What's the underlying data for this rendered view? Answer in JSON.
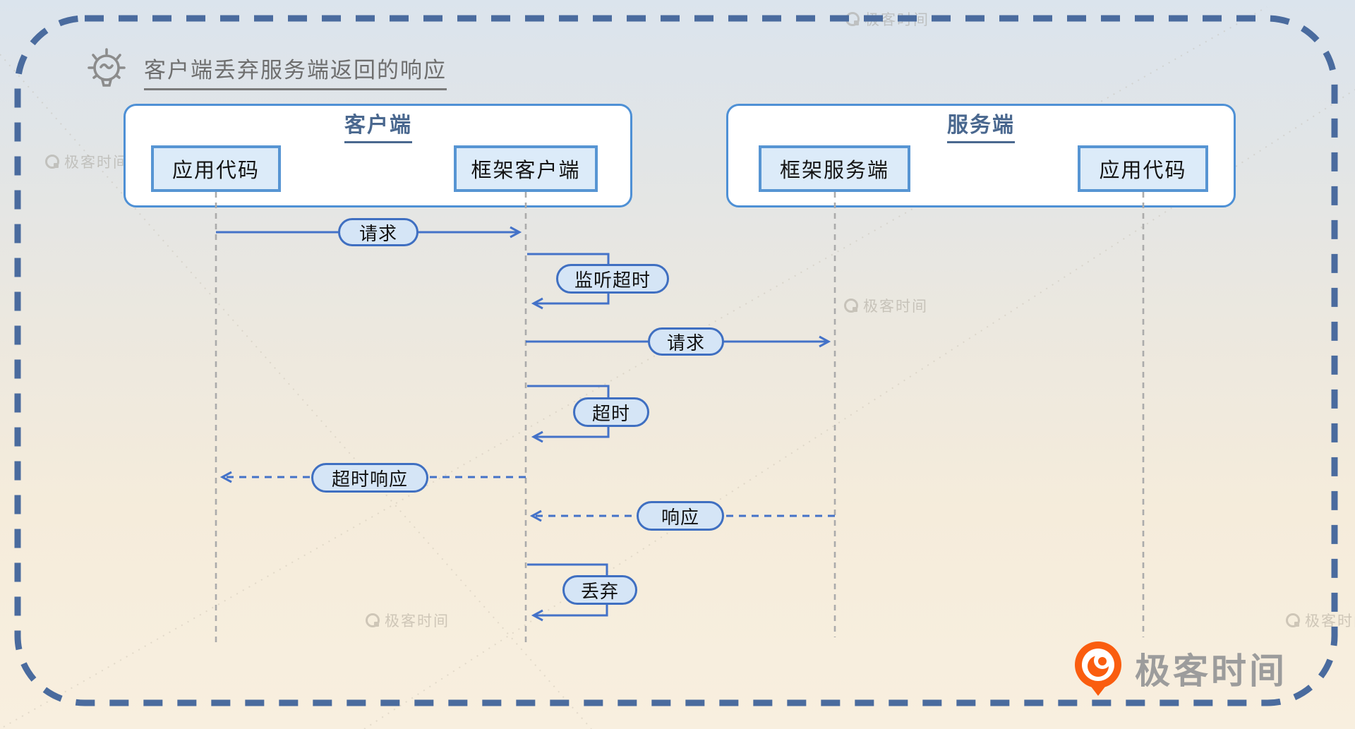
{
  "title": {
    "text": "客户端丢弃服务端返回的响应"
  },
  "groups": [
    {
      "label": "客户端",
      "boxes": [
        "应用代码",
        "框架客户端"
      ]
    },
    {
      "label": "服务端",
      "boxes": [
        "框架服务端",
        "应用代码"
      ]
    }
  ],
  "messages": [
    {
      "label": "请求",
      "type": "solid-arrow",
      "from": "应用代码(客户端)",
      "to": "框架客户端"
    },
    {
      "label": "监听超时",
      "type": "self-loop",
      "on": "框架客户端"
    },
    {
      "label": "请求",
      "type": "solid-arrow",
      "from": "框架客户端",
      "to": "框架服务端"
    },
    {
      "label": "超时",
      "type": "self-loop",
      "on": "框架客户端"
    },
    {
      "label": "超时响应",
      "type": "dashed-arrow",
      "from": "框架客户端",
      "to": "应用代码(客户端)"
    },
    {
      "label": "响应",
      "type": "dashed-arrow",
      "from": "框架服务端",
      "to": "框架客户端"
    },
    {
      "label": "丢弃",
      "type": "self-loop",
      "on": "框架客户端"
    }
  ],
  "watermark": {
    "text": "极客时间"
  },
  "logo": {
    "text": "极客时间"
  },
  "icons": {
    "title": "lightbulb-icon",
    "logo": "geektime-q-icon",
    "watermark": "geektime-q-icon"
  },
  "colors": {
    "border_dash": "#4a6b9e",
    "arrow_blue": "#4472c8",
    "pill_fill": "#d5e5f6",
    "pill_border": "#3f6fc1",
    "inner_box_fill": "#dcebf9",
    "inner_box_border": "#5795d3",
    "group_border": "#4e90d5",
    "group_header_text": "#4a688f",
    "lifeline_gray": "#ababab",
    "title_text": "#6e6e6e",
    "logo_orange": "#fa5d0f",
    "logo_text": "#9c9c9c",
    "bg_top": "#dbe4ed",
    "bg_bottom": "#f8efdf"
  }
}
